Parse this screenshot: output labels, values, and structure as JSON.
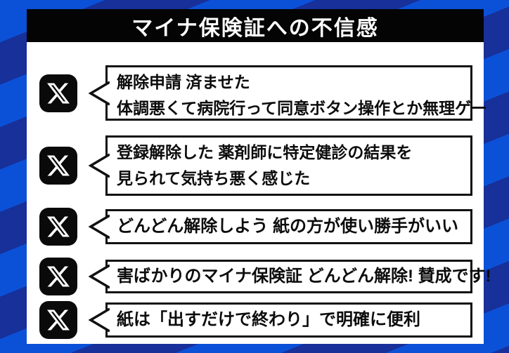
{
  "header": {
    "title": "マイナ保険証への不信感"
  },
  "colors": {
    "background_bright_blue": "#0b51d8",
    "background_dark_blue": "#17309a",
    "panel_white": "#ffffff",
    "title_bar_black": "#040404",
    "text_black": "#0c0c0c"
  },
  "source_icon": "x-twitter-logo",
  "posts": [
    {
      "source": "X",
      "lines": [
        "解除申請 済ませた",
        "体調悪くて病院行って同意ボタン操作とか無理ゲー"
      ]
    },
    {
      "source": "X",
      "lines": [
        "登録解除した 薬剤師に特定健診の結果を",
        "見られて気持ち悪く感じた"
      ]
    },
    {
      "source": "X",
      "lines": [
        "どんどん解除しよう 紙の方が使い勝手がいい"
      ]
    },
    {
      "source": "X",
      "lines": [
        "害ばかりのマイナ保険証 どんどん解除! 賛成です!"
      ]
    },
    {
      "source": "X",
      "lines": [
        "紙は「出すだけで終わり」で明確に便利"
      ]
    }
  ]
}
